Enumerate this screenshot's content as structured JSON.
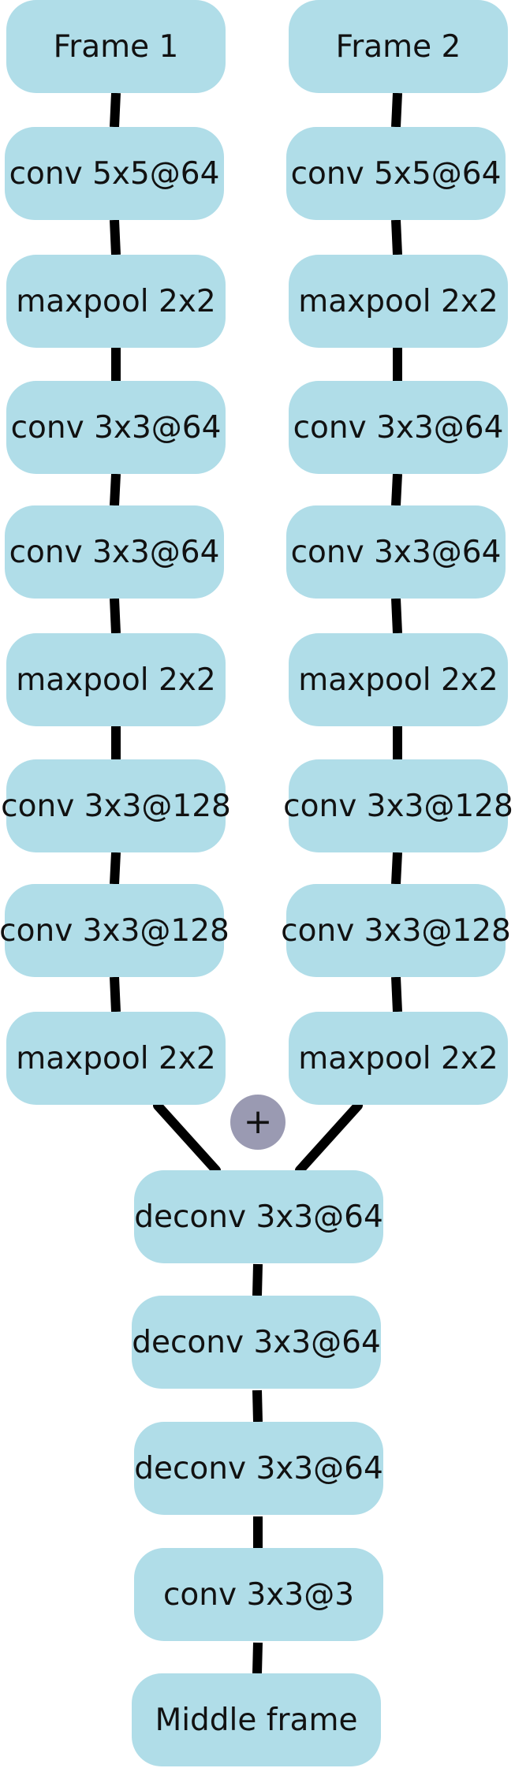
{
  "diagram": {
    "left_column": {
      "nodes": [
        "Frame 1",
        "conv 5x5@64",
        "maxpool 2x2",
        "conv 3x3@64",
        "conv 3x3@64",
        "maxpool 2x2",
        "conv 3x3@128",
        "conv 3x3@128",
        "maxpool 2x2"
      ]
    },
    "right_column": {
      "nodes": [
        "Frame 2",
        "conv 5x5@64",
        "maxpool 2x2",
        "conv 3x3@64",
        "conv 3x3@64",
        "maxpool 2x2",
        "conv 3x3@128",
        "conv 3x3@128",
        "maxpool 2x2"
      ]
    },
    "merge_symbol": "+",
    "decoder": {
      "nodes": [
        "deconv 3x3@64",
        "deconv 3x3@64",
        "deconv 3x3@64",
        "conv 3x3@3",
        "Middle frame"
      ]
    },
    "colors": {
      "node_fill": "#b0dde8",
      "merge_fill": "#9a9ab2",
      "edge": "#000000",
      "text": "#111111"
    }
  }
}
